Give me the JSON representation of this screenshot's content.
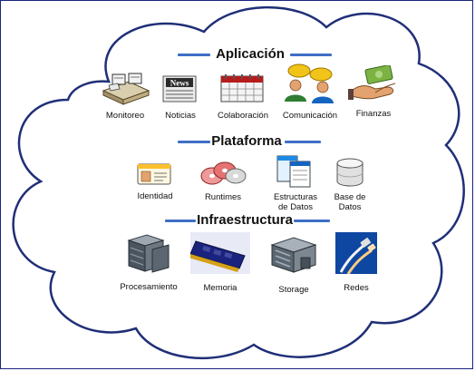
{
  "sections": {
    "app": {
      "title": "Aplicación",
      "items": [
        {
          "label": "Monitoreo",
          "icon": "monitoring-desk-icon"
        },
        {
          "label": "Noticias",
          "icon": "newspaper-icon"
        },
        {
          "label": "Colaboración",
          "icon": "calendar-icon"
        },
        {
          "label": "Comunicación",
          "icon": "people-chat-icon"
        },
        {
          "label": "Finanzas",
          "icon": "money-handshake-icon"
        }
      ]
    },
    "platform": {
      "title": "Plataforma",
      "items": [
        {
          "label": "Identidad",
          "icon": "id-card-icon"
        },
        {
          "label": "Runtimes",
          "icon": "gears-discs-icon"
        },
        {
          "label_line1": "Estructuras",
          "label_line2": "de Datos",
          "icon": "data-structures-icon"
        },
        {
          "label_line1": "Base de",
          "label_line2": "Datos",
          "icon": "database-cylinder-icon"
        }
      ]
    },
    "infra": {
      "title": "Infraestructura",
      "items": [
        {
          "label": "Procesamiento",
          "icon": "server-rack-icon"
        },
        {
          "label": "Memoria",
          "icon": "memory-module-icon"
        },
        {
          "label": "Storage",
          "icon": "storage-array-icon"
        },
        {
          "label": "Redes",
          "icon": "network-cables-icon"
        }
      ]
    }
  },
  "news_icon_text": "News",
  "colors": {
    "accent_line": "#3f6fc6",
    "cloud_stroke": "#1f2f78",
    "frame": "#1a237e"
  }
}
